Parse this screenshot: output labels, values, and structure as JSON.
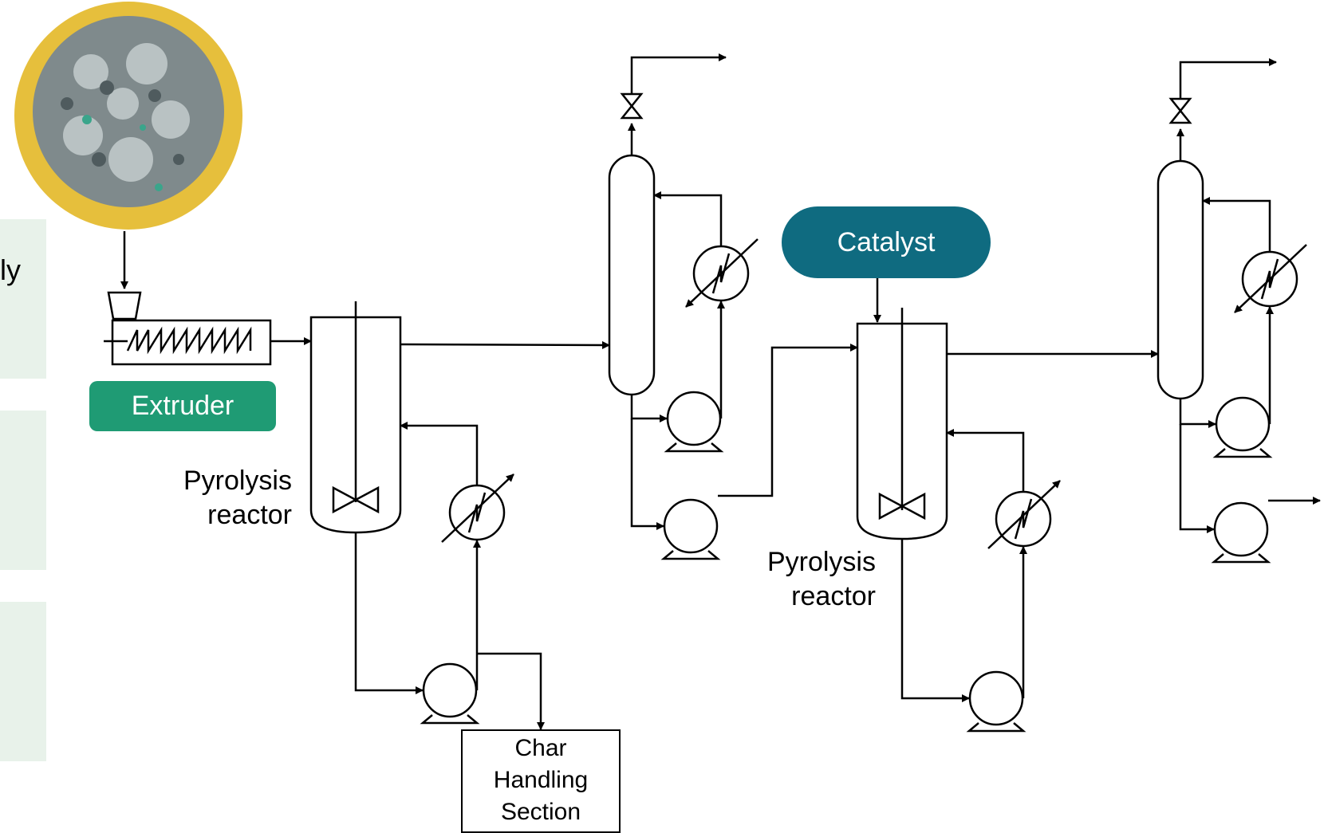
{
  "side_panel": {
    "partial_text": "ly"
  },
  "feed_photo": {
    "icon": "shredded-plastic-feedstock-image",
    "plate_color": "#e6bf3c"
  },
  "labels": {
    "extruder": "Extruder",
    "catalyst": "Catalyst",
    "reactor1": [
      "Pyrolysis",
      "reactor"
    ],
    "reactor2": [
      "Pyrolysis",
      "reactor"
    ],
    "char_handling": [
      "Char",
      "Handling",
      "Section"
    ]
  },
  "colors": {
    "extruder_badge": "#1f9b74",
    "catalyst_badge": "#0f6b80",
    "side_panel": "#e8f2ea"
  }
}
